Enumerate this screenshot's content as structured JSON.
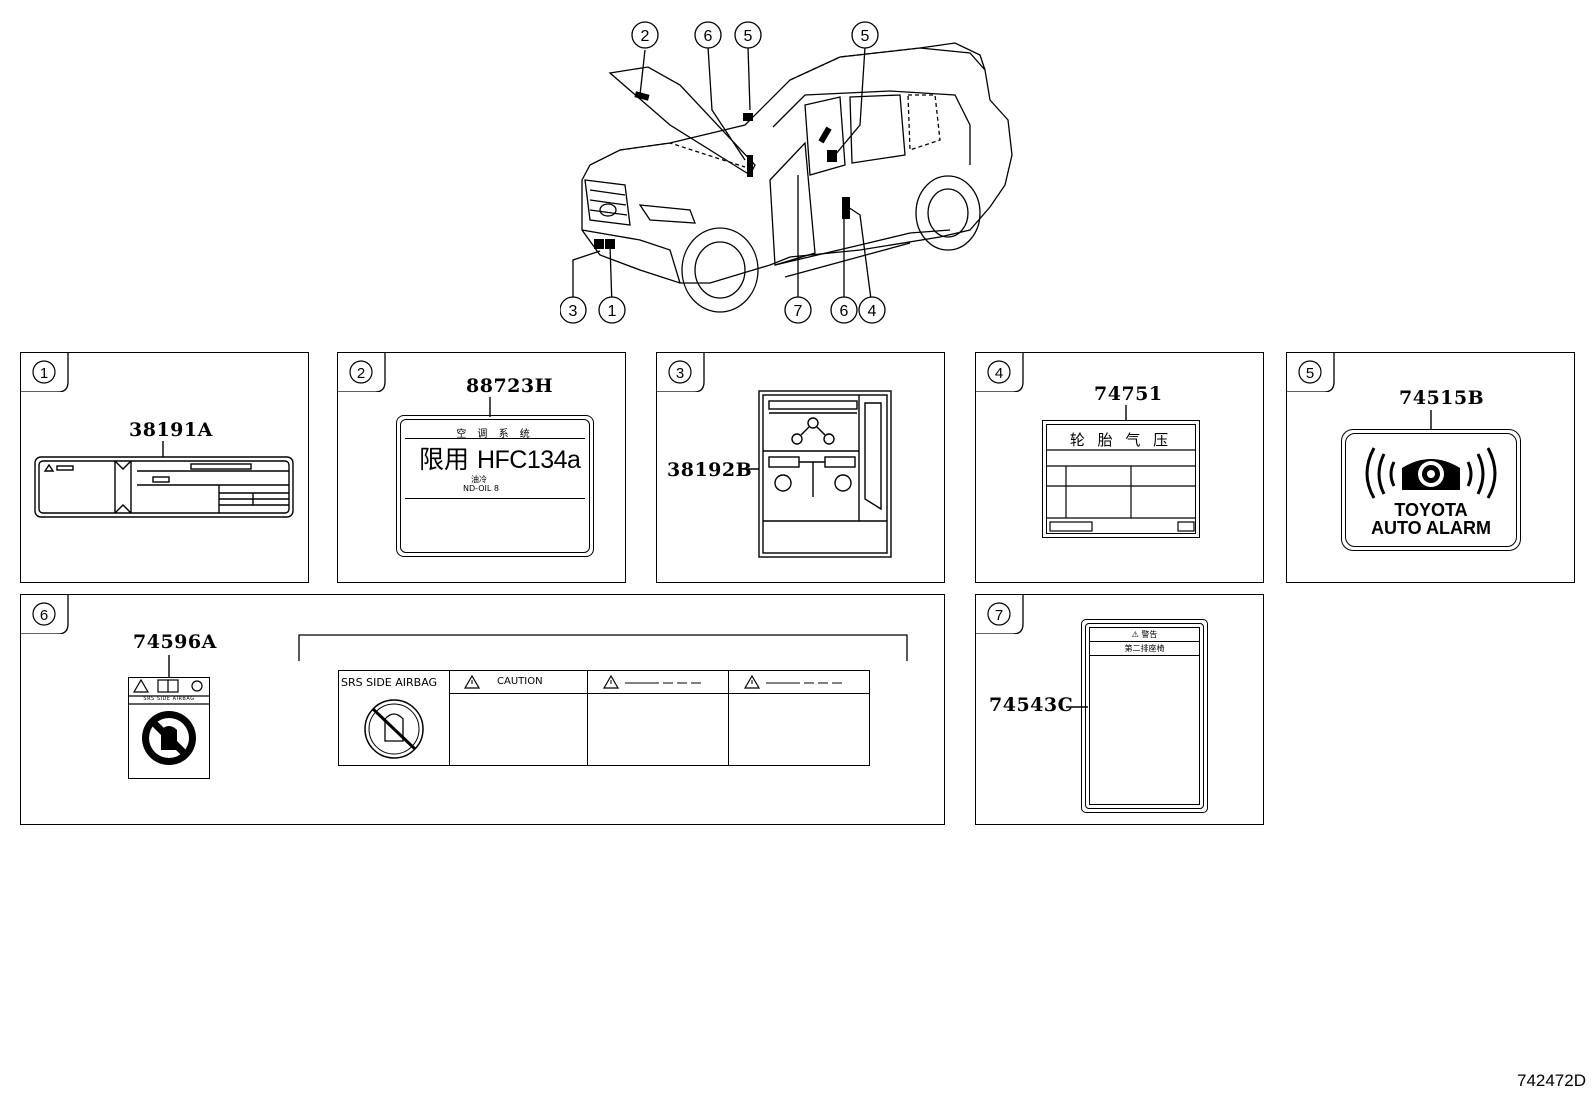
{
  "document_code": "742472D",
  "overview": {
    "callouts": [
      "2",
      "6",
      "5",
      "5",
      "3",
      "1",
      "7",
      "6",
      "4"
    ]
  },
  "panels": [
    {
      "index": "1",
      "part_number": "38191A"
    },
    {
      "index": "2",
      "part_number": "88723H",
      "label_header": "空 调 系 统",
      "label_main_cjk": "限用",
      "label_main": "HFC134a",
      "label_oil_cjk": "油冷",
      "label_oil": "ND-OIL 8"
    },
    {
      "index": "3",
      "part_number": "38192B"
    },
    {
      "index": "4",
      "part_number": "74751",
      "label_title": "轮 胎 气 压"
    },
    {
      "index": "5",
      "part_number": "74515B",
      "label_line1": "TOYOTA",
      "label_line2": "AUTO ALARM"
    },
    {
      "index": "6",
      "part_number": "74596A",
      "small_label_text": "SRS SIDE AIRBAG",
      "wide_label": {
        "srs_title": "SRS SIDE AIRBAG",
        "caution": "CAUTION"
      }
    },
    {
      "index": "7",
      "part_number": "74543C",
      "label_warning": "⚠ 警告",
      "label_sub": "第二排座椅"
    }
  ]
}
